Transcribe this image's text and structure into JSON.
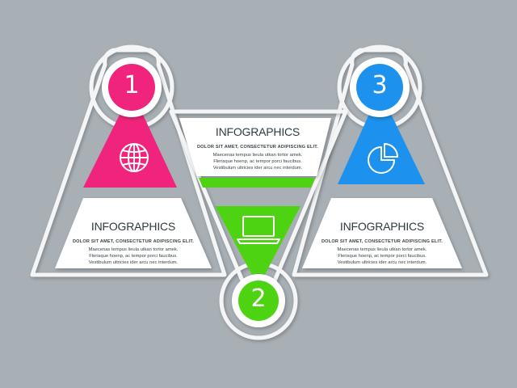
{
  "colors": {
    "background": "#a9b0b5",
    "step1": "#f0247c",
    "step2": "#4ed313",
    "step3": "#1c92ee",
    "panel": "#ffffff"
  },
  "steps": [
    {
      "number": "1",
      "icon": "globe-icon",
      "title": "INFOGRAPHICS",
      "subtitle": "DOLOR SIT AMET, CONSECTETUR ADIPISCING ELIT.",
      "lines": [
        "Maecenas tempus lieula utkan tortor amek.",
        "Flerisque hoenp, ac tempor porci faucibus.",
        "Vestibulum ultricies ider arcu nec interdum."
      ]
    },
    {
      "number": "2",
      "icon": "laptop-icon",
      "title": "INFOGRAPHICS",
      "subtitle": "DOLOR SIT AMET, CONSECTETUR ADIPISCING ELIT.",
      "lines": [
        "Maecenas tempus lieula utkan tortor amek.",
        "Flerisque hoenp, ac tempor porci faucibus.",
        "Vestibulum ultricies ider arcu nec interdum."
      ]
    },
    {
      "number": "3",
      "icon": "pie-chart-icon",
      "title": "INFOGRAPHICS",
      "subtitle": "DOLOR SIT AMET, CONSECTETUR ADIPISCING ELIT.",
      "lines": [
        "Maecenas tempus lieula utkan tortor amek.",
        "Flerisque hoenp, ac tempor porci faucibus.",
        "Vestibulum ultricies ider arcu nec interdum."
      ]
    }
  ]
}
